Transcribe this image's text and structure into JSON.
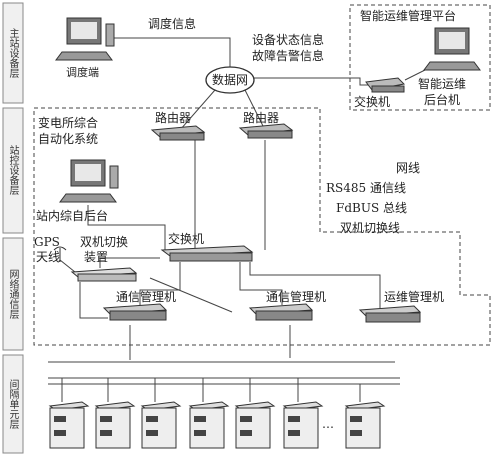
{
  "layers": [
    "主站设备层",
    "站控设备层",
    "网络通信层",
    "间隔单元层"
  ],
  "labels": {
    "dispatch_info": "调度信息",
    "dispatch_terminal": "调度端",
    "device_status_info": "设备状态信息",
    "fault_alarm_info": "故障告警信息",
    "data_network": "数据网",
    "platform_title": "智能运维管理平台",
    "switch_top": "交换机",
    "ops_backend_line1": "智能运维",
    "ops_backend_line2": "后台机",
    "substation_system_line1": "变电所综合",
    "substation_system_line2": "自动化系统",
    "router_left": "路由器",
    "router_right": "路由器",
    "station_backend": "站内综自后台",
    "gps_line1": "GPS",
    "gps_line2": "天线",
    "dual_switch_line1": "双机切换",
    "dual_switch_line2": "装置",
    "switch_mid": "交换机",
    "comm_mgr_left": "通信管理机",
    "comm_mgr_right": "通信管理机",
    "ops_mgr": "运维管理机",
    "ellipsis": "…"
  },
  "legend": [
    "网线",
    "RS485 通信线",
    "FdBUS 总线",
    "双机切换线"
  ]
}
